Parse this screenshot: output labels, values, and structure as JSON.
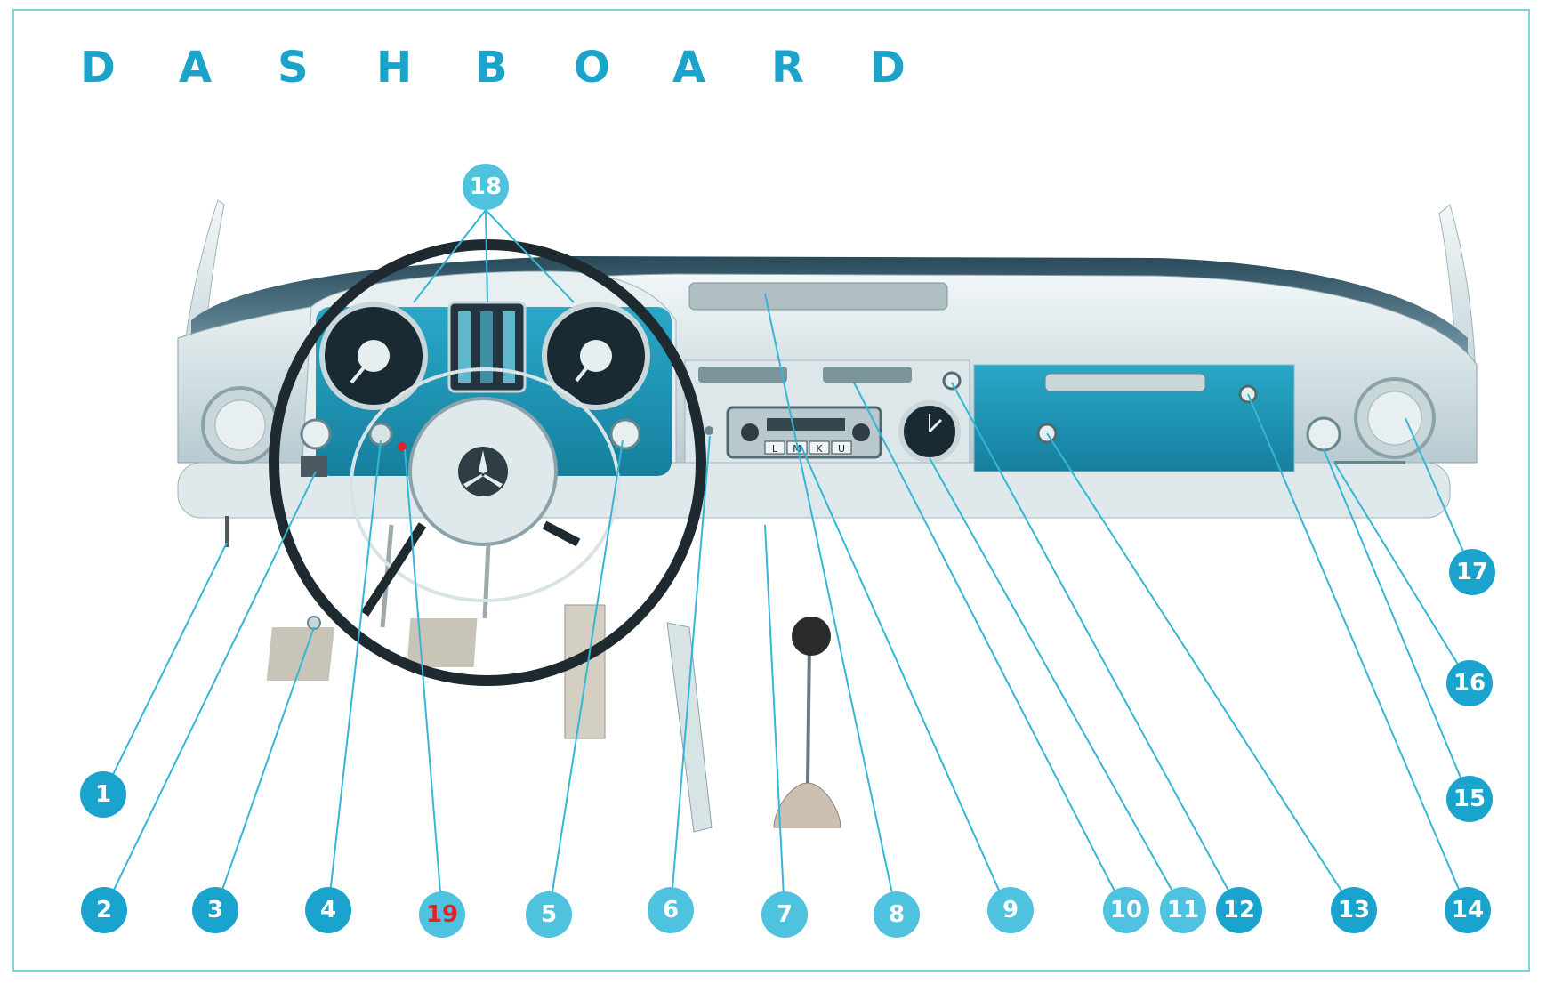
{
  "title_letters": [
    "D",
    "A",
    "S",
    "H",
    "B",
    "O",
    "A",
    "R",
    "D"
  ],
  "badges": [
    "1",
    "2",
    "3",
    "4",
    "19",
    "5",
    "6",
    "7",
    "8",
    "9",
    "10",
    "11",
    "12",
    "13",
    "14",
    "15",
    "16",
    "17",
    "18"
  ],
  "radio_buttons": [
    "L",
    "M",
    "K",
    "U"
  ],
  "colors": {
    "accent": "#1ca3c9",
    "panel": "#1f97b7",
    "chrome": "#d8e3e6",
    "leader": "#36b6d6",
    "highlight_text": "#e02424"
  }
}
